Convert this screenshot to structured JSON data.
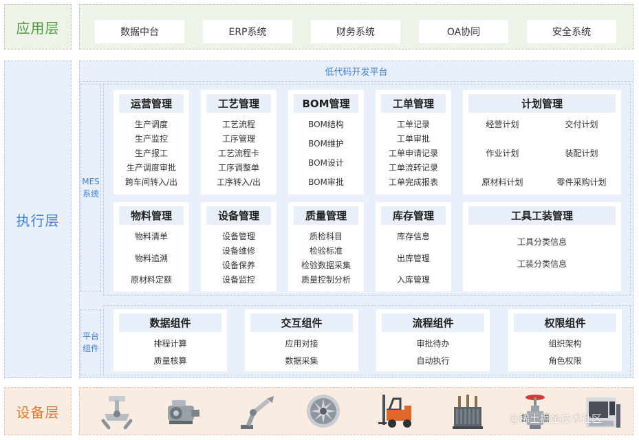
{
  "layers": {
    "application": "应用层",
    "execution": "执行层",
    "device": "设备层"
  },
  "application_systems": [
    "数据中台",
    "ERP系统",
    "财务系统",
    "OA协同",
    "安全系统"
  ],
  "lowcode_platform": "低代码开发平台",
  "mes_label": [
    "MES",
    "系统"
  ],
  "platform_label": [
    "平台",
    "组件"
  ],
  "modules": {
    "ops": {
      "title": "运营管理",
      "items": [
        "生产调度",
        "生产监控",
        "生产报工",
        "生产调度审批",
        "跨车间转入/出"
      ]
    },
    "craft": {
      "title": "工艺管理",
      "items": [
        "工艺流程",
        "工序管理",
        "工艺流程卡",
        "工序调整单",
        "工序转入/出"
      ]
    },
    "bom": {
      "title": "BOM管理",
      "items": [
        "BOM结构",
        "BOM维护",
        "BOM设计",
        "BOM审批"
      ]
    },
    "workorder": {
      "title": "工单管理",
      "items": [
        "工单记录",
        "工单审批",
        "工单申请记录",
        "工单流转记录",
        "工单完成报表"
      ]
    },
    "plan": {
      "title": "计划管理",
      "items": [
        "经营计划",
        "交付计划",
        "作业计划",
        "装配计划",
        "原材料计划",
        "零件采购计划"
      ]
    },
    "material": {
      "title": "物料管理",
      "items": [
        "物料清单",
        "物料追溯",
        "原材料定额"
      ]
    },
    "equipment": {
      "title": "设备管理",
      "items": [
        "设备管理",
        "设备维修",
        "设备保养",
        "设备监控"
      ]
    },
    "quality": {
      "title": "质量管理",
      "items": [
        "质检科目",
        "检验标准",
        "检验数据采集",
        "质量控制分析"
      ]
    },
    "inventory": {
      "title": "库存管理",
      "items": [
        "库存信息",
        "出库管理",
        "入库管理"
      ]
    },
    "tooling": {
      "title": "工具工装管理",
      "items": [
        "工具分类信息",
        "工装分类信息"
      ]
    }
  },
  "components": {
    "data": {
      "title": "数据组件",
      "items": [
        "排程计算",
        "质量核算"
      ]
    },
    "interaction": {
      "title": "交互组件",
      "items": [
        "应用对接",
        "数据采集"
      ]
    },
    "flow": {
      "title": "流程组件",
      "items": [
        "审批待办",
        "自动执行"
      ]
    },
    "permission": {
      "title": "权限组件",
      "items": [
        "组织架构",
        "角色权限"
      ]
    }
  },
  "devices": [
    "robot-arm-icon",
    "gearbox-icon",
    "industrial-robot-icon",
    "turbine-icon",
    "forklift-icon",
    "transformer-icon",
    "valve-icon",
    "cnc-machine-icon"
  ],
  "watermark": "@稀土掘金技术社区",
  "colors": {
    "app": "#4f9a3c",
    "exec": "#3f7fd8",
    "device": "#e07a34",
    "forklift": "#e0662a"
  }
}
